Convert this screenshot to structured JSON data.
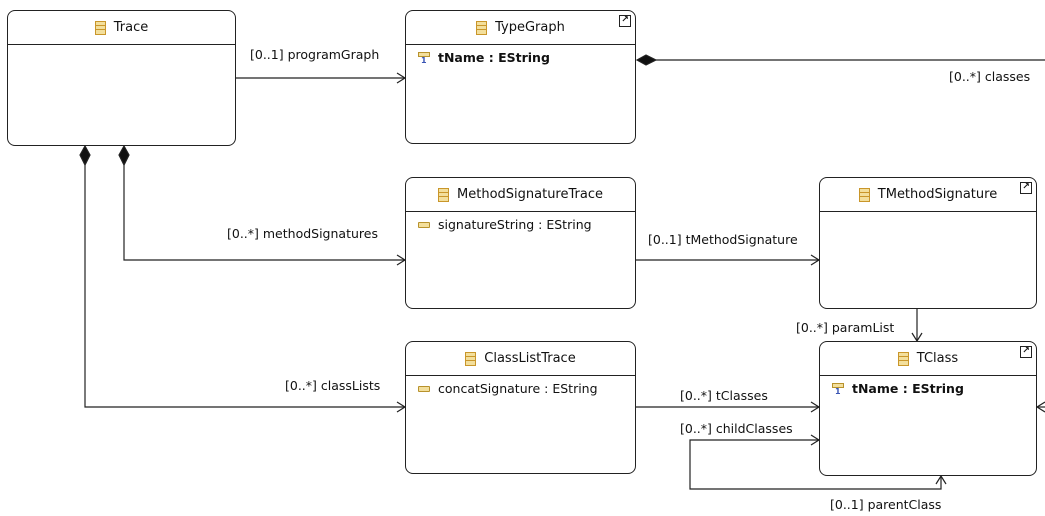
{
  "classes": {
    "trace": {
      "name": "Trace",
      "icon": "class-icon"
    },
    "typegraph": {
      "name": "TypeGraph",
      "icon": "class-icon",
      "attrs": [
        {
          "text": "tName : EString",
          "icon": "id-attribute-icon"
        }
      ]
    },
    "methodsigtrace": {
      "name": "MethodSignatureTrace",
      "icon": "class-icon",
      "attrs": [
        {
          "text": "signatureString : EString",
          "icon": "attribute-icon"
        }
      ]
    },
    "tmethodsig": {
      "name": "TMethodSignature",
      "icon": "class-icon"
    },
    "classlisttrace": {
      "name": "ClassListTrace",
      "icon": "class-icon",
      "attrs": [
        {
          "text": "concatSignature : EString",
          "icon": "attribute-icon"
        }
      ]
    },
    "tclass": {
      "name": "TClass",
      "icon": "class-icon",
      "attrs": [
        {
          "text": "tName : EString",
          "icon": "id-attribute-icon"
        }
      ]
    }
  },
  "shortcut_glyph": "↗",
  "id_marker": "1",
  "references": {
    "programGraph": "[0..1] programGraph",
    "classes": "[0..*] classes",
    "methodSignatures": "[0..*] methodSignatures",
    "tMethodSignature": "[0..1] tMethodSignature",
    "paramList": "[0..*] paramList",
    "classLists": "[0..*] classLists",
    "tClasses": "[0..*] tClasses",
    "childClasses": "[0..*] childClasses",
    "parentClass": "[0..1] parentClass"
  },
  "colors": {
    "class_icon_fill": "#f3df9c",
    "class_icon_stroke": "#c9962a",
    "id_marker": "#3a55b4",
    "line": "#222222"
  }
}
